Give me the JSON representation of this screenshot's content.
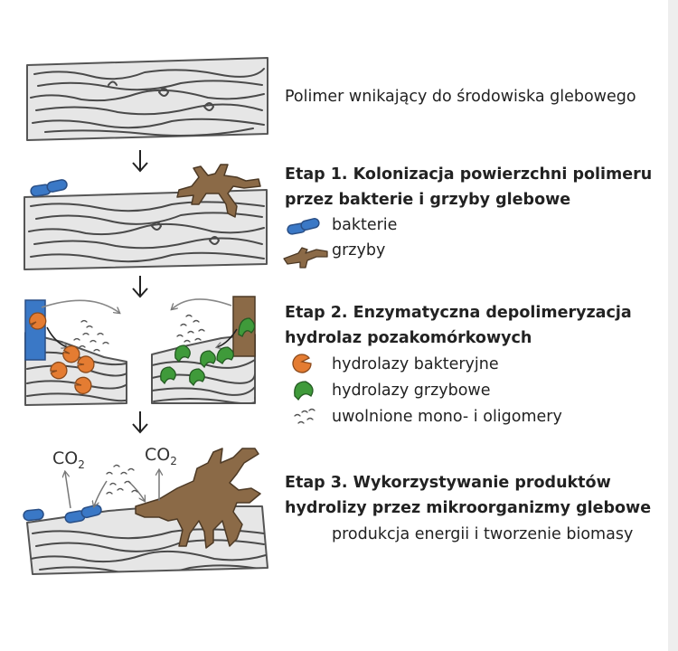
{
  "intro": "Polimer wnikający do środowiska glebowego",
  "stage1": {
    "title_line1": "Etap 1. Kolonizacja powierzchni polimeru",
    "title_line2": "przez bakterie i grzyby glebowe",
    "legend_bacteria": "bakterie",
    "legend_fungi": "grzyby"
  },
  "stage2": {
    "title_line1": "Etap 2. Enzymatyczna depolimeryzacja",
    "title_line2": "hydrolaz pozakomórkowych",
    "legend_bacterial_hydrolases": "hydrolazy bakteryjne",
    "legend_fungal_hydrolases": "hydrolazy grzybowe",
    "legend_oligomers": "uwolnione mono- i oligomery"
  },
  "stage3": {
    "title_line1": "Etap 3. Wykorzystywanie produktów",
    "title_line2": "hydrolizy przez mikroorganizmy glebowe",
    "subtitle": "produkcja energii i tworzenie biomasy",
    "co2_main": "CO",
    "co2_sub": "2"
  },
  "colors": {
    "polymer_fill": "#e6e6e6",
    "outline": "#555555",
    "bacteria": "#3a78c6",
    "fungi": "#8b6a47",
    "bacterial_hydrolase": "#e47c32",
    "fungal_hydrolase": "#3f9a3a"
  }
}
